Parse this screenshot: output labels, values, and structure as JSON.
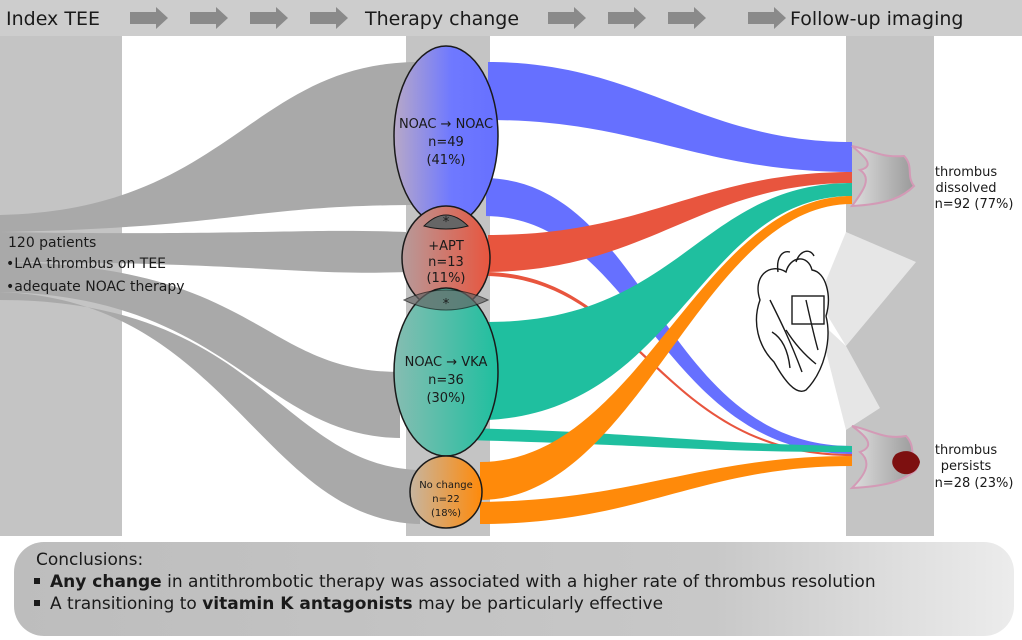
{
  "header": {
    "stage1": "Index TEE",
    "stage2": "Therapy change",
    "stage3": "Follow-up imaging"
  },
  "cohort": {
    "line1": "120 patients",
    "line2": "•LAA thrombus on TEE",
    "line3": "•adequate NOAC therapy"
  },
  "groups": {
    "noac_noac": {
      "label": "NOAC → NOAC",
      "n": "n=49",
      "pct": "(41%)"
    },
    "apt": {
      "label": "+APT",
      "n": "n=13",
      "pct": "(11%)"
    },
    "noac_vka": {
      "label": "NOAC → VKA",
      "n": "n=36",
      "pct": "(30%)"
    },
    "no_change": {
      "label": "No change",
      "n": "n=22",
      "pct": "(18%)"
    }
  },
  "overlap_marker": "*",
  "outcomes": {
    "dissolved": {
      "line1": "thrombus",
      "line2": "dissolved",
      "n": "n=92 (77%)"
    },
    "persists": {
      "line1": "thrombus",
      "line2": "persists",
      "n": "n=28 (23%)"
    }
  },
  "conclusions": {
    "title": "Conclusions:",
    "b1_bold": "Any change",
    "b1_rest": " in antithrombotic therapy was associated with a higher rate of thrombus resolution",
    "b2_pre": "A transitioning to ",
    "b2_bold": "vitamin K antagonists",
    "b2_rest": " may be particularly effective"
  },
  "colors": {
    "noac_noac": "#6670ff",
    "apt": "#e8553e",
    "noac_vka": "#1fbf9f",
    "no_change": "#ff8a0a",
    "flow_grey": "#a9a9a9",
    "band_grey": "#c4c4c4",
    "thrombus": "#7d1010"
  }
}
